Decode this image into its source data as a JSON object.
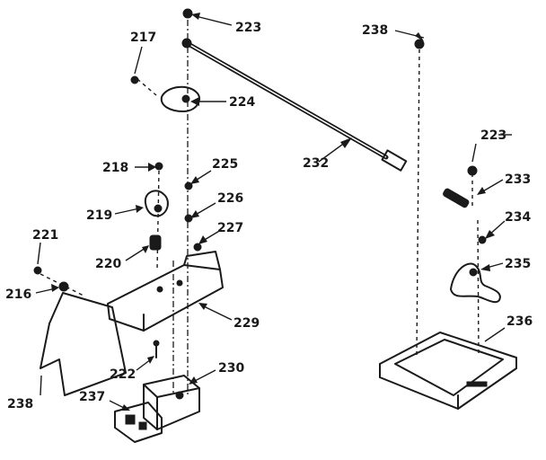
{
  "labels": {
    "p223a": "223",
    "p238a": "238",
    "p217": "217",
    "p224": "224",
    "p232": "232",
    "p223b": "223",
    "p218": "218",
    "p225": "225",
    "p233": "233",
    "p226": "226",
    "p219": "219",
    "p227": "227",
    "p234": "234",
    "p221": "221",
    "p220": "220",
    "p235": "235",
    "p216": "216",
    "p229": "229",
    "p236": "236",
    "p222": "222",
    "p230": "230",
    "p238b": "238",
    "p237": "237"
  }
}
